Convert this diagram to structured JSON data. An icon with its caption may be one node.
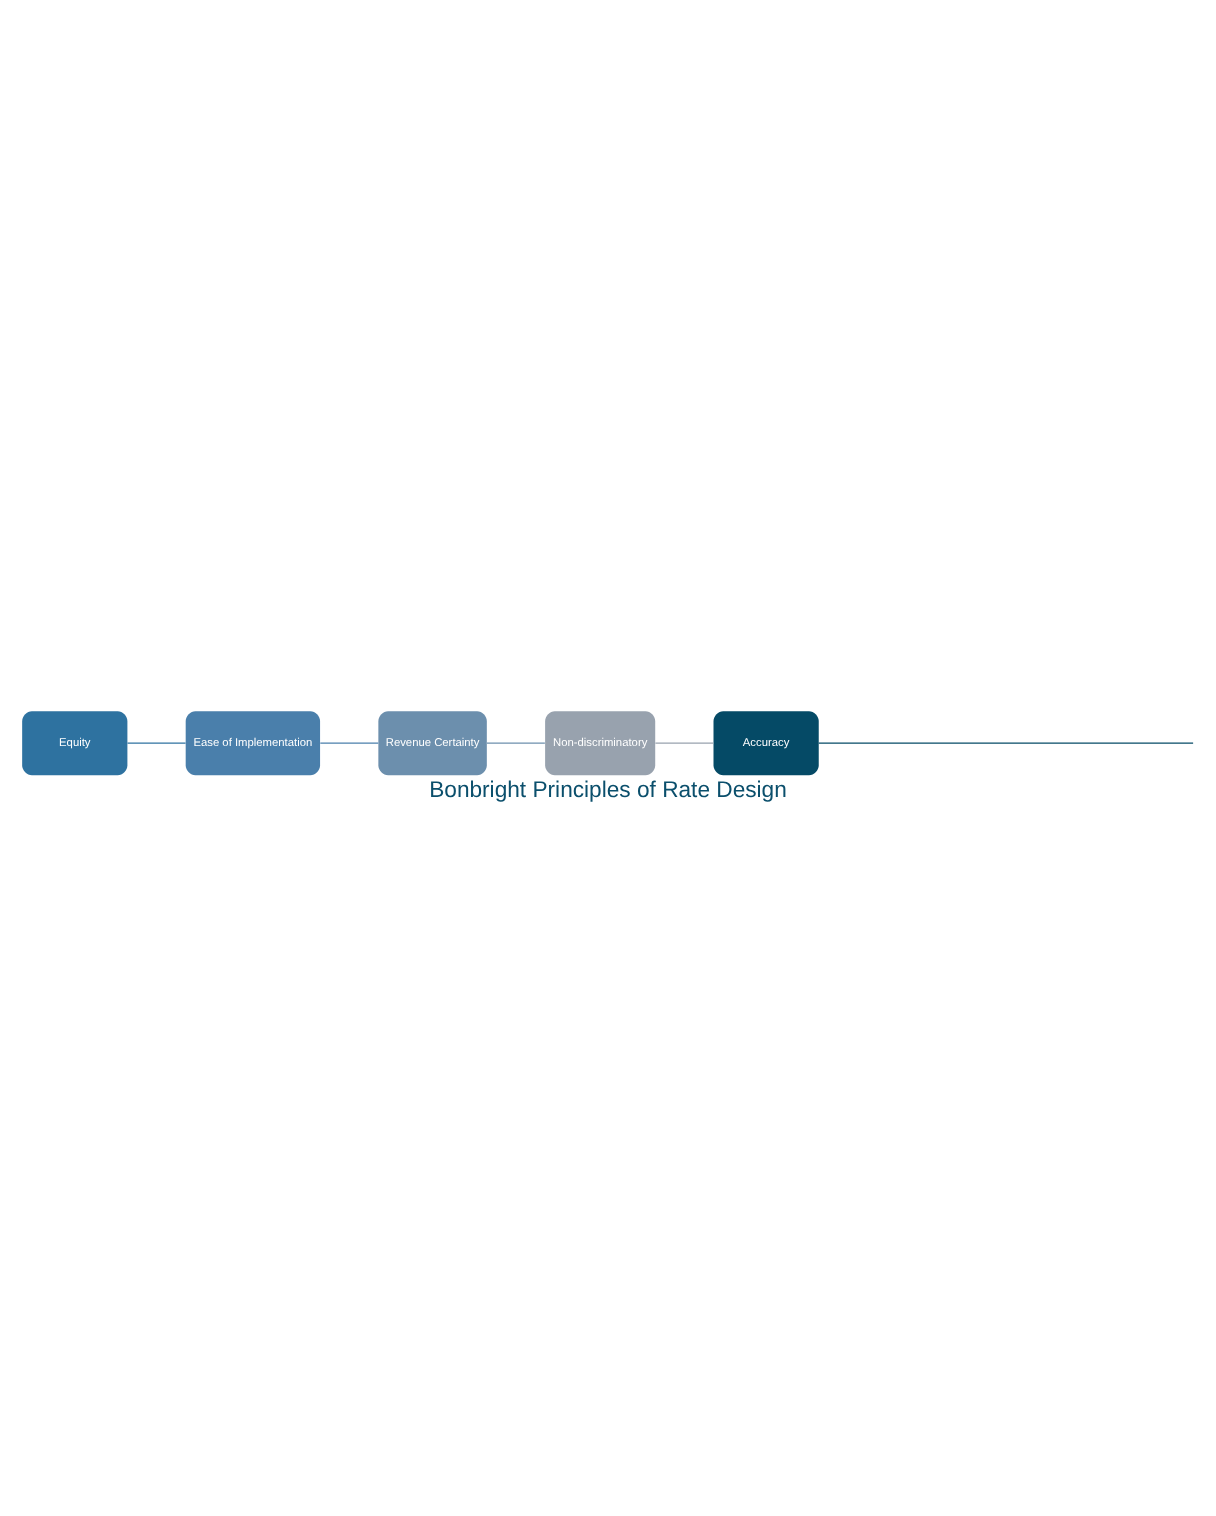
{
  "diagram": {
    "title": "Bonbright Principles of Rate Design",
    "nodes": [
      {
        "text": [
          "Accuracy"
        ]
      },
      {
        "text": [
          "Non-discriminatory"
        ]
      },
      {
        "text": [
          "Revenue Certainty"
        ]
      },
      {
        "text": [
          "Ease of Implementation"
        ]
      },
      {
        "text": [
          "Equity"
        ]
      }
    ],
    "edges": [
      {
        "from": 0,
        "to": null,
        "arrow": "none",
        "color": "#054a66"
      },
      {
        "from": 1,
        "to": 0,
        "arrow": "none",
        "color": "#98a2ae"
      },
      {
        "from": 2,
        "to": 1,
        "arrow": "none",
        "color": "#6c8fad"
      },
      {
        "from": 3,
        "to": 2,
        "arrow": "none",
        "color": "#4a7fab"
      },
      {
        "from": 3,
        "to": 4,
        "arrow": "none",
        "color": "#2e72a0"
      }
    ]
  }
}
